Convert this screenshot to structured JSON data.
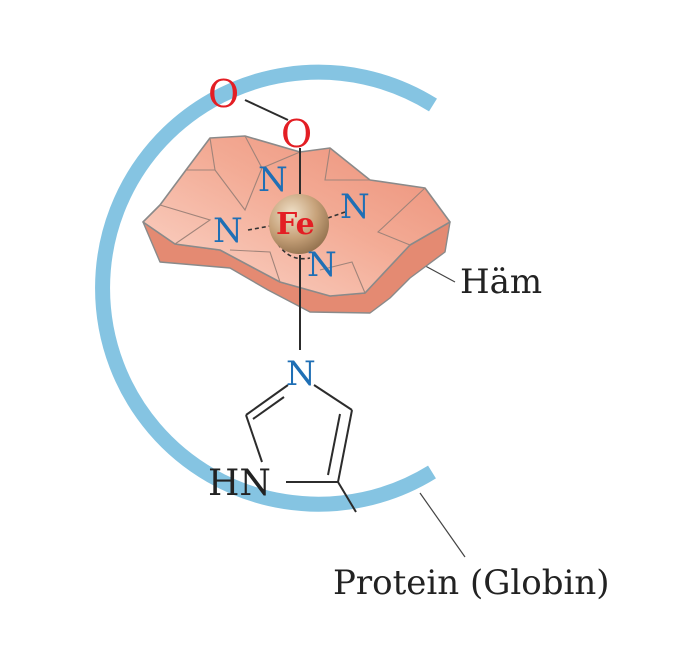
{
  "labels": {
    "oxygen_top": "O",
    "oxygen_bound": "O",
    "iron": "Fe",
    "nitrogen_top": "N",
    "nitrogen_right": "N",
    "nitrogen_left": "N",
    "nitrogen_bottom": "N",
    "histidine_n": "N",
    "histidine_hn": "HN",
    "heme": "Häm",
    "protein": "Protein (Globin)"
  },
  "colors": {
    "globin_arc": "#85c4e2",
    "heme_fill": "#f0a48f",
    "heme_light": "#fbd8cc",
    "heme_side": "#e48a72",
    "iron_ball": "#c7a27a",
    "nitrogen_text": "#1f6fb5",
    "oxygen_text": "#e31e24",
    "iron_text": "#e31e24"
  }
}
